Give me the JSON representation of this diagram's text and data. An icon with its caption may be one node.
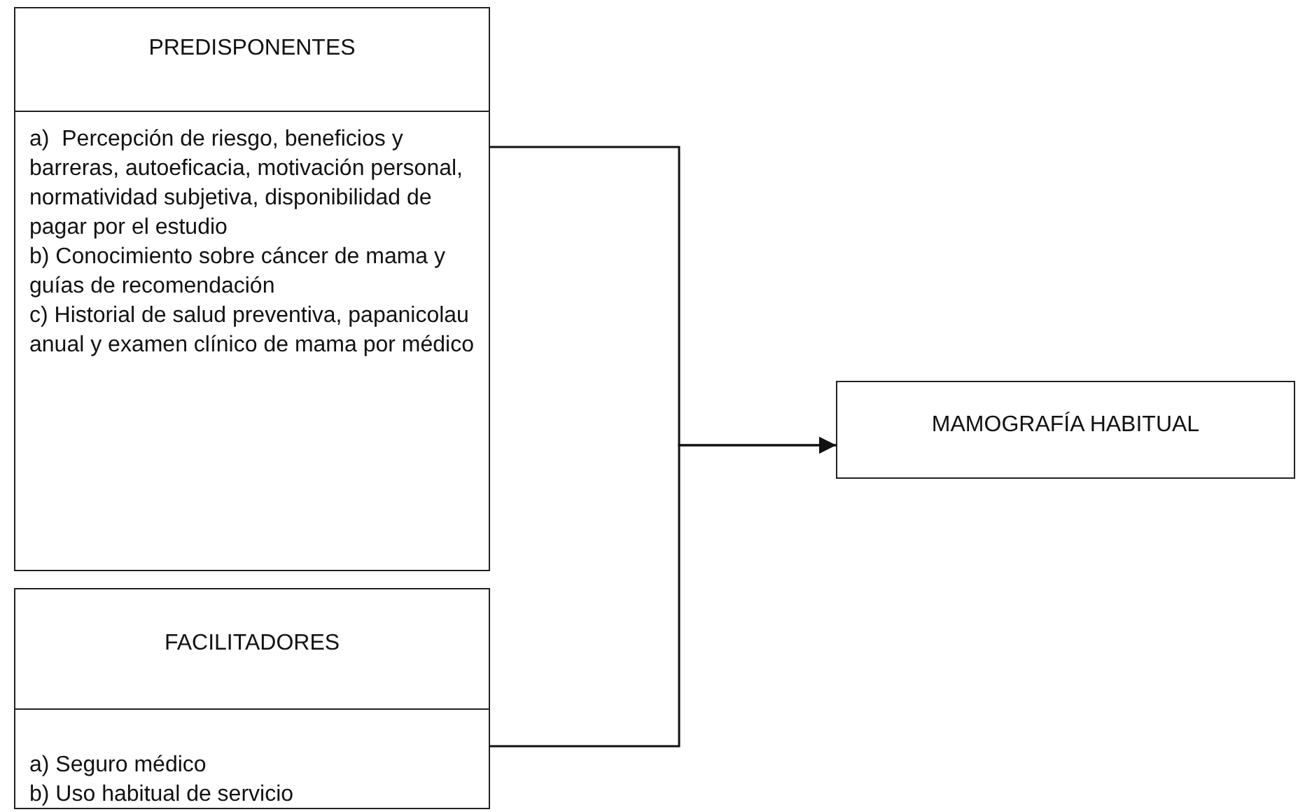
{
  "diagram": {
    "nodes": [
      {
        "text": [
          "PREDISPONENTES",
          "a)  Percepción de riesgo, beneficios y barreras, autoeficacia, motivación personal, normatividad subjetiva, disponibilidad de pagar por el estudio",
          "b) Conocimiento sobre cáncer de mama y guías de recomendación",
          "c) Historial de salud preventiva, papanicolau anual y examen clínico de mama por médico"
        ]
      },
      {
        "text": [
          "FACILITADORES",
          "a) Seguro médico",
          "b) Uso habitual de servicio"
        ]
      },
      {
        "text": [
          "MAMOGRAFÍA  HABITUAL"
        ]
      }
    ],
    "edges": [
      {
        "from": 0,
        "to": 2,
        "arrow": "to"
      },
      {
        "from": 1,
        "to": 2,
        "arrow": "to"
      }
    ]
  }
}
